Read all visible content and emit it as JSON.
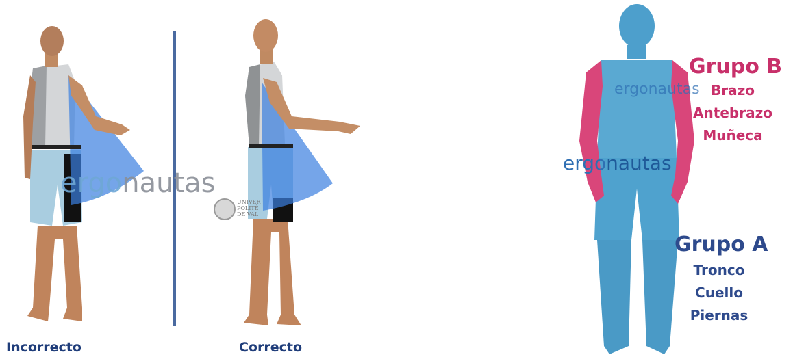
{
  "left_panel": {
    "caption_incorrect": "Incorrecto",
    "caption_correct": "Correcto",
    "watermark_part1": "ergo",
    "watermark_part2": "nautas",
    "university_lines": [
      "UNIVER",
      "POLITÈ",
      "DE VAL"
    ]
  },
  "right_panel": {
    "shirt_text": "ergonautas",
    "watermark_part1": "ergo",
    "watermark_part2": "nautas",
    "grupo_b": {
      "title": "Grupo B",
      "items": [
        "Brazo",
        "Antebrazo",
        "Muñeca"
      ]
    },
    "grupo_a": {
      "title": "Grupo A",
      "items": [
        "Tronco",
        "Cuello",
        "Piernas"
      ]
    }
  },
  "colors": {
    "grupo_b": "#c8306a",
    "grupo_a": "#2e4a8c",
    "caption": "#1f3d7a",
    "divider": "#4a6aa0",
    "body_blue": "#5aa9d2",
    "arm_pink": "#d9467a",
    "skin": "#c8926a",
    "reach_cone": "#3a7fe0"
  }
}
